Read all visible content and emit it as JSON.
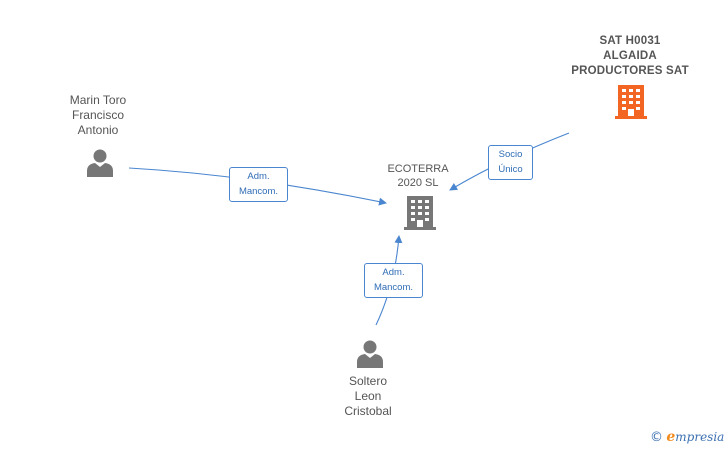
{
  "nodes": {
    "person1": {
      "name_lines": [
        "Marin Toro",
        "Francisco",
        "Antonio"
      ],
      "icon": "person-icon"
    },
    "person2": {
      "name_lines": [
        "Soltero",
        "Leon",
        "Cristobal"
      ],
      "icon": "person-icon"
    },
    "company_main": {
      "name_lines": [
        "ECOTERRA",
        "2020  SL"
      ],
      "icon": "building-icon"
    },
    "company_top": {
      "name_lines": [
        "SAT H0031",
        "ALGAIDA",
        "PRODUCTORES SAT"
      ],
      "icon": "building-icon",
      "color": "#f26522"
    }
  },
  "relations": {
    "rel1": {
      "lines": [
        "Adm.",
        "Mancom."
      ]
    },
    "rel2": {
      "lines": [
        "Socio",
        "Único"
      ]
    },
    "rel3": {
      "lines": [
        "Adm.",
        "Mancom."
      ]
    }
  },
  "colors": {
    "edge": "#4a86cf",
    "icon_gray": "#777777",
    "highlight": "#f26522"
  },
  "brand": {
    "copyright": "©",
    "e": "e",
    "rest": "mpresia"
  }
}
